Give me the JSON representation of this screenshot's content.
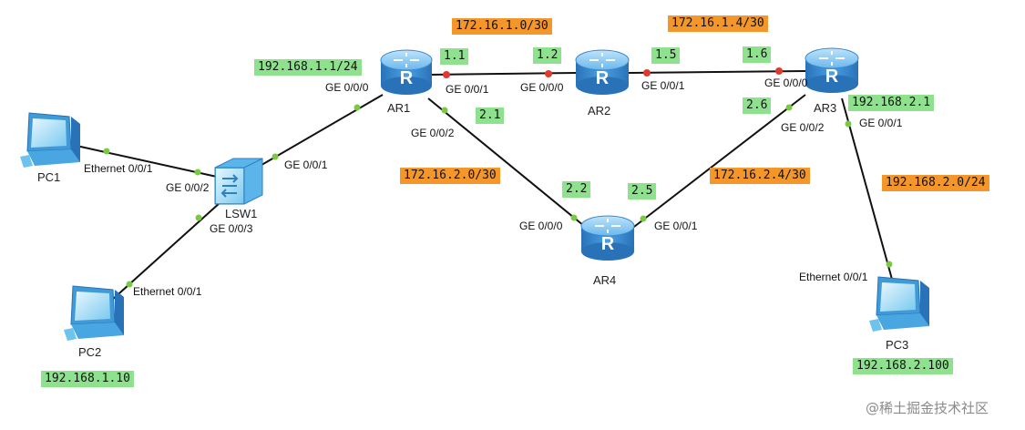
{
  "devices": {
    "ar1": {
      "name": "AR1"
    },
    "ar2": {
      "name": "AR2"
    },
    "ar3": {
      "name": "AR3"
    },
    "ar4": {
      "name": "AR4"
    },
    "lsw1": {
      "name": "LSW1"
    },
    "pc1": {
      "name": "PC1"
    },
    "pc2": {
      "name": "PC2"
    },
    "pc3": {
      "name": "PC3"
    }
  },
  "ports": {
    "ar1_ge000": "GE 0/0/0",
    "ar1_ge001": "GE 0/0/1",
    "ar1_ge002": "GE 0/0/2",
    "ar2_ge000": "GE 0/0/0",
    "ar2_ge001": "GE 0/0/1",
    "ar3_ge000": "GE 0/0/0",
    "ar3_ge001": "GE 0/0/1",
    "ar3_ge002": "GE 0/0/2",
    "ar4_ge000": "GE 0/0/0",
    "ar4_ge001": "GE 0/0/1",
    "lsw1_ge001": "GE 0/0/1",
    "lsw1_ge002": "GE 0/0/2",
    "lsw1_ge003": "GE 0/0/3",
    "pc1_eth": "Ethernet 0/0/1",
    "pc2_eth": "Ethernet 0/0/1",
    "pc3_eth": "Ethernet 0/0/1"
  },
  "subnets": {
    "ar1_ar2": "172.16.1.0/30",
    "ar2_ar3": "172.16.1.4/30",
    "ar1_ar4": "172.16.2.0/30",
    "ar4_ar3": "172.16.2.4/30",
    "lan2": "192.168.2.0/24"
  },
  "addresses": {
    "ar1_lan": "192.168.1.1/24",
    "ar1_1": "1.1",
    "ar2_2": "1.2",
    "ar2_5": "1.5",
    "ar3_6": "1.6",
    "ar1_21": "2.1",
    "ar4_22": "2.2",
    "ar4_25": "2.5",
    "ar3_26": "2.6",
    "ar3_lan": "192.168.2.1",
    "pc2_ip": "192.168.1.10",
    "pc3_ip": "192.168.2.100"
  },
  "watermark": "@稀土掘金技术社区",
  "colors": {
    "green_tag": "#8ee28e",
    "orange_tag": "#f5962a",
    "link": "#111111",
    "link_up_dot": "#7ac943",
    "link_down_dot": "#e03a2f",
    "router_blue": "#3d8fd6",
    "pc_blue": "#6cc3ee"
  }
}
